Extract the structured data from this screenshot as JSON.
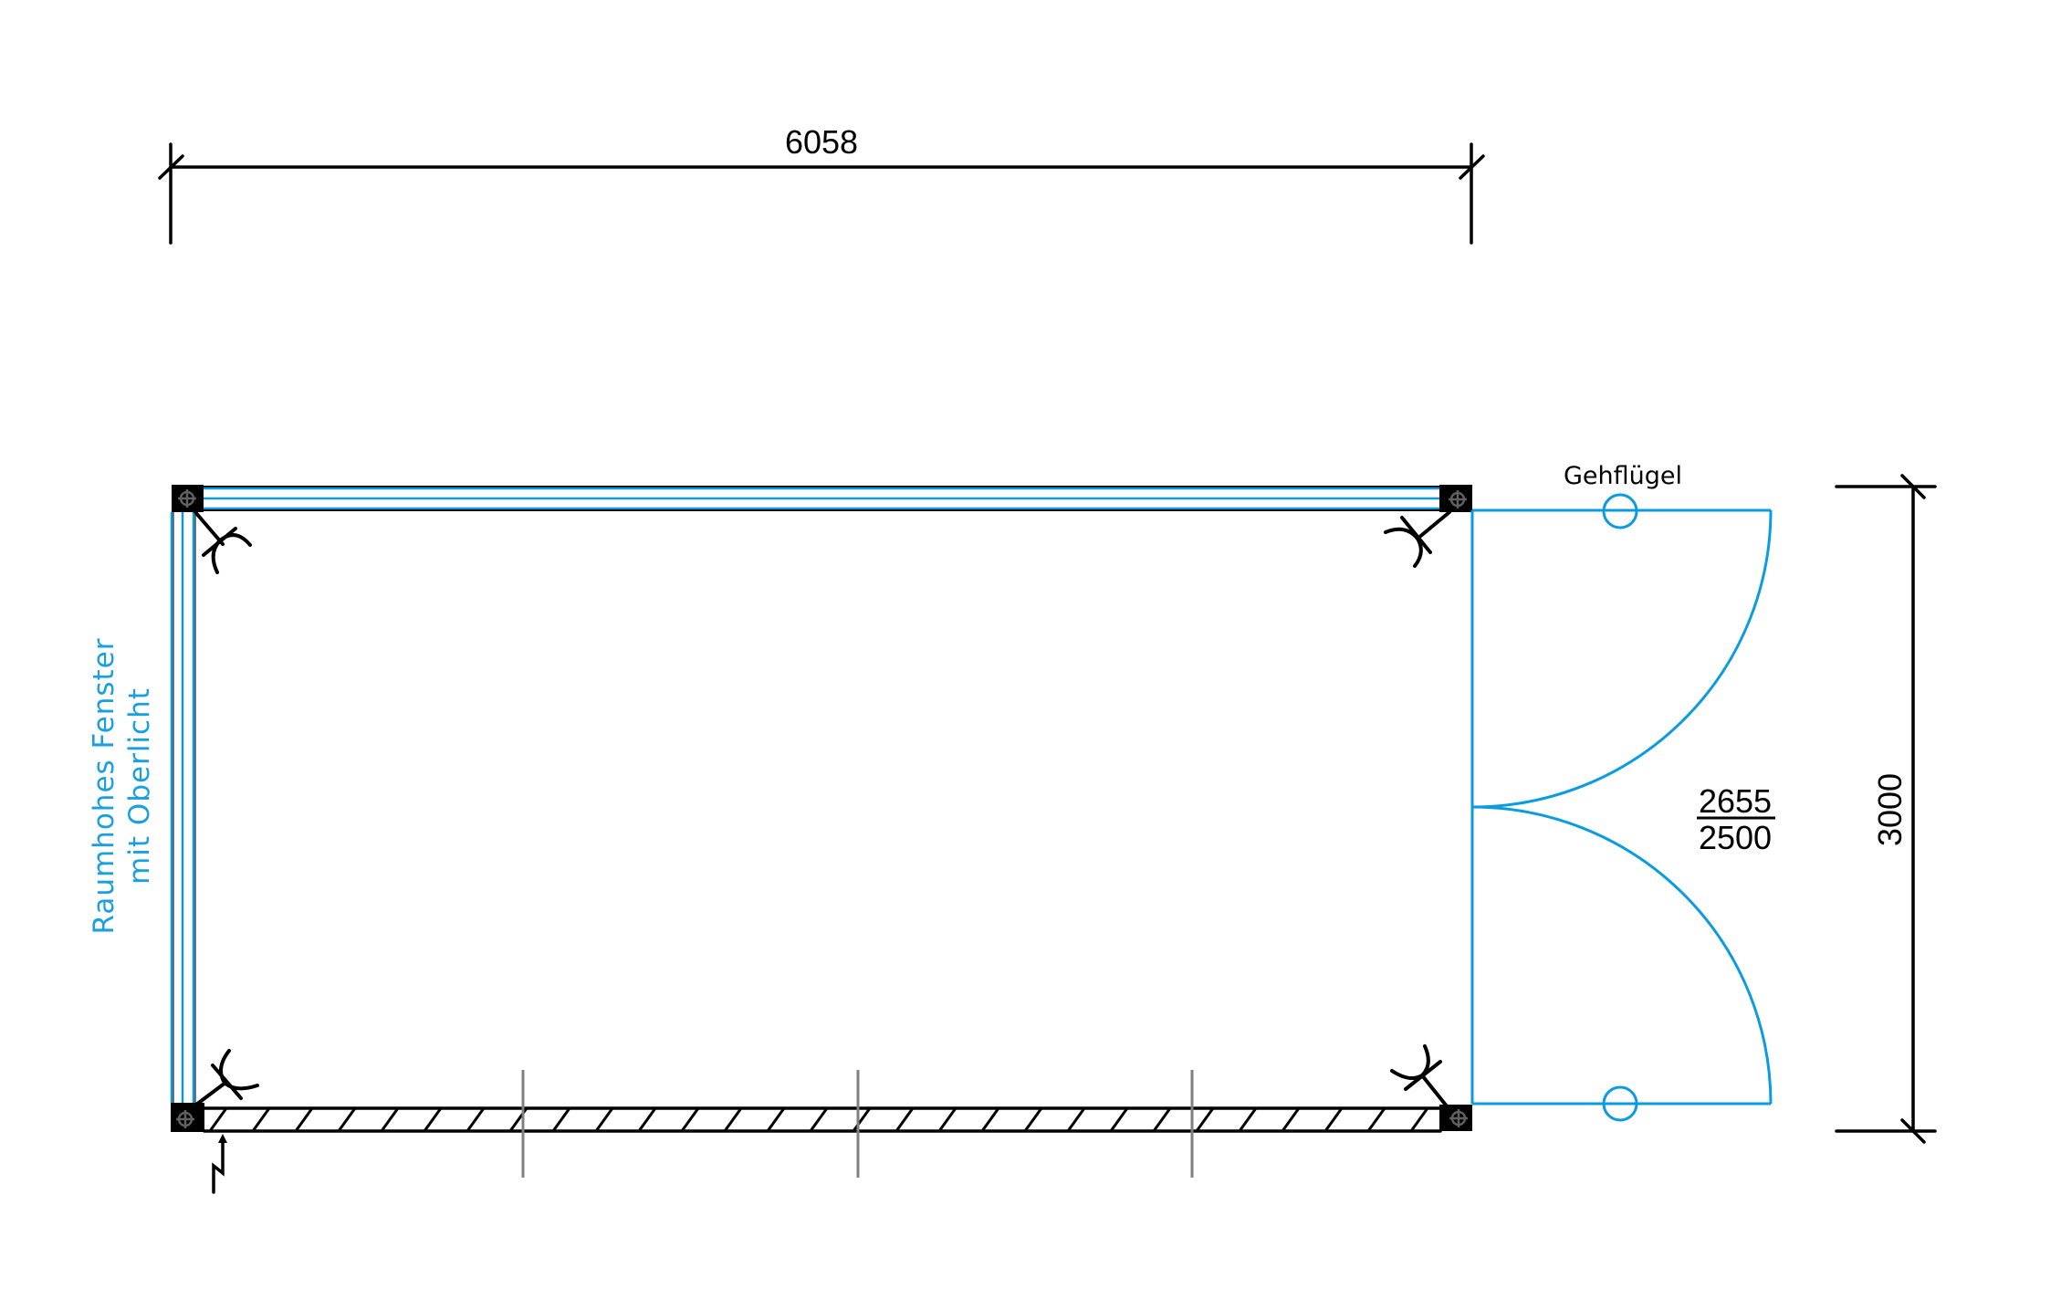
{
  "drawing": {
    "type": "floor plan",
    "colors": {
      "line": "#000000",
      "glazing": "#0a9be0",
      "annotation_blue": "#1aa0e0",
      "grid": "#808080",
      "post_marker": "#606060"
    },
    "dimensions": {
      "width": "6058",
      "depth": "3000",
      "door_opening": {
        "height": "2655",
        "width": "2500"
      }
    },
    "labels": {
      "door_leaf": "Gehflügel",
      "window_line1": "Raumhohes Fenster",
      "window_line2": "mit Oberlicht"
    },
    "icons": {
      "corner_post": "crosshair-post-icon",
      "corner_connector": "corner-bracket-icon",
      "power_outlet": "electrical-lightning-icon",
      "door_handle": "circle-handle-icon"
    }
  }
}
